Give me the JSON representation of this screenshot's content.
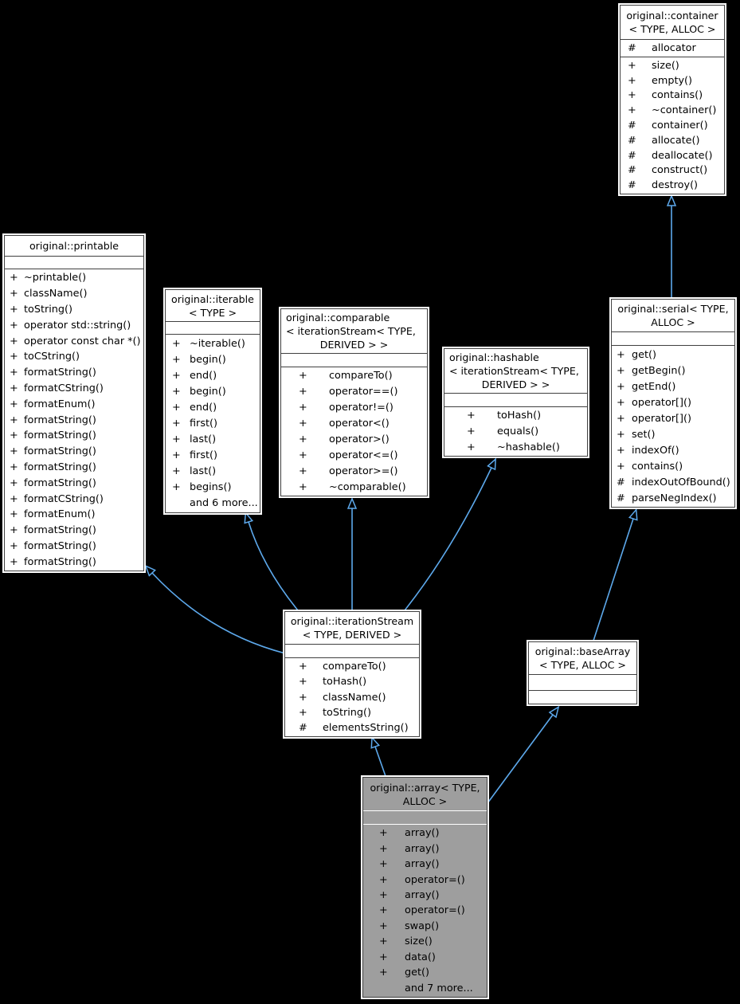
{
  "colors": {
    "background": "#000000",
    "edge": "#5da9ec",
    "node_border": "#404040",
    "node_fill": "#ffffff",
    "highlight_fill": "#9e9e9e",
    "text": "#000000"
  },
  "classes": [
    {
      "id": "container",
      "title_lines": [
        "original::container",
        "< TYPE, ALLOC >"
      ],
      "attributes": [
        {
          "sym": "#",
          "name": "allocator"
        }
      ],
      "methods": [
        {
          "sym": "+",
          "name": "size()"
        },
        {
          "sym": "+",
          "name": "empty()"
        },
        {
          "sym": "+",
          "name": "contains()"
        },
        {
          "sym": "+",
          "name": "~container()"
        },
        {
          "sym": "#",
          "name": "container()"
        },
        {
          "sym": "#",
          "name": "allocate()"
        },
        {
          "sym": "#",
          "name": "deallocate()"
        },
        {
          "sym": "#",
          "name": "construct()"
        },
        {
          "sym": "#",
          "name": "destroy()"
        }
      ]
    },
    {
      "id": "printable",
      "title_lines": [
        "original::printable"
      ],
      "attributes": [],
      "methods": [
        {
          "sym": "+",
          "name": "~printable()"
        },
        {
          "sym": "+",
          "name": "className()"
        },
        {
          "sym": "+",
          "name": "toString()"
        },
        {
          "sym": "+",
          "name": "operator std::string()"
        },
        {
          "sym": "+",
          "name": "operator const char *()"
        },
        {
          "sym": "+",
          "name": "toCString()"
        },
        {
          "sym": "+",
          "name": "formatString()"
        },
        {
          "sym": "+",
          "name": "formatCString()"
        },
        {
          "sym": "+",
          "name": "formatEnum()"
        },
        {
          "sym": "+",
          "name": "formatString()"
        },
        {
          "sym": "+",
          "name": "formatString()"
        },
        {
          "sym": "+",
          "name": "formatString()"
        },
        {
          "sym": "+",
          "name": "formatString()"
        },
        {
          "sym": "+",
          "name": "formatString()"
        },
        {
          "sym": "+",
          "name": "formatCString()"
        },
        {
          "sym": "+",
          "name": "formatEnum()"
        },
        {
          "sym": "+",
          "name": "formatString()"
        },
        {
          "sym": "+",
          "name": "formatString()"
        },
        {
          "sym": "+",
          "name": "formatString()"
        }
      ]
    },
    {
      "id": "iterable",
      "title_lines": [
        "original::iterable",
        "< TYPE >"
      ],
      "attributes": [],
      "methods": [
        {
          "sym": "+",
          "name": "~iterable()"
        },
        {
          "sym": "+",
          "name": "begin()"
        },
        {
          "sym": "+",
          "name": "end()"
        },
        {
          "sym": "+",
          "name": "begin()"
        },
        {
          "sym": "+",
          "name": "end()"
        },
        {
          "sym": "+",
          "name": "first()"
        },
        {
          "sym": "+",
          "name": "last()"
        },
        {
          "sym": "+",
          "name": "first()"
        },
        {
          "sym": "+",
          "name": "last()"
        },
        {
          "sym": "+",
          "name": "begins()"
        },
        {
          "sym": "",
          "name": "and 6 more..."
        }
      ]
    },
    {
      "id": "comparable",
      "title_lines": [
        "original::comparable",
        "< iterationStream< TYPE,",
        "DERIVED > >"
      ],
      "attributes": [],
      "methods": [
        {
          "sym": "+",
          "name": "compareTo()"
        },
        {
          "sym": "+",
          "name": "operator==()"
        },
        {
          "sym": "+",
          "name": "operator!=()"
        },
        {
          "sym": "+",
          "name": "operator<()"
        },
        {
          "sym": "+",
          "name": "operator>()"
        },
        {
          "sym": "+",
          "name": "operator<=()"
        },
        {
          "sym": "+",
          "name": "operator>=()"
        },
        {
          "sym": "+",
          "name": "~comparable()"
        }
      ]
    },
    {
      "id": "hashable",
      "title_lines": [
        "original::hashable",
        "< iterationStream< TYPE,",
        "DERIVED > >"
      ],
      "attributes": [],
      "methods": [
        {
          "sym": "+",
          "name": "toHash()"
        },
        {
          "sym": "+",
          "name": "equals()"
        },
        {
          "sym": "+",
          "name": "~hashable()"
        }
      ]
    },
    {
      "id": "serial",
      "title_lines": [
        "original::serial< TYPE,",
        "ALLOC >"
      ],
      "attributes": [],
      "methods": [
        {
          "sym": "+",
          "name": "get()"
        },
        {
          "sym": "+",
          "name": "getBegin()"
        },
        {
          "sym": "+",
          "name": "getEnd()"
        },
        {
          "sym": "+",
          "name": "operator[]()"
        },
        {
          "sym": "+",
          "name": "operator[]()"
        },
        {
          "sym": "+",
          "name": "set()"
        },
        {
          "sym": "+",
          "name": "indexOf()"
        },
        {
          "sym": "+",
          "name": "contains()"
        },
        {
          "sym": "#",
          "name": "indexOutOfBound()"
        },
        {
          "sym": "#",
          "name": "parseNegIndex()"
        }
      ]
    },
    {
      "id": "iterationStream",
      "title_lines": [
        "original::iterationStream",
        "< TYPE, DERIVED >"
      ],
      "attributes": [],
      "methods": [
        {
          "sym": "+",
          "name": "compareTo()"
        },
        {
          "sym": "+",
          "name": "toHash()"
        },
        {
          "sym": "+",
          "name": "className()"
        },
        {
          "sym": "+",
          "name": "toString()"
        },
        {
          "sym": "#",
          "name": "elementsString()"
        }
      ]
    },
    {
      "id": "baseArray",
      "title_lines": [
        "original::baseArray",
        "< TYPE, ALLOC >"
      ],
      "attributes": [],
      "methods": []
    },
    {
      "id": "array",
      "title_lines": [
        "original::array< TYPE,",
        "ALLOC >"
      ],
      "highlight": true,
      "attributes": [],
      "methods": [
        {
          "sym": "+",
          "name": "array()"
        },
        {
          "sym": "+",
          "name": "array()"
        },
        {
          "sym": "+",
          "name": "array()"
        },
        {
          "sym": "+",
          "name": "operator=()"
        },
        {
          "sym": "+",
          "name": "array()"
        },
        {
          "sym": "+",
          "name": "operator=()"
        },
        {
          "sym": "+",
          "name": "swap()"
        },
        {
          "sym": "+",
          "name": "size()"
        },
        {
          "sym": "+",
          "name": "data()"
        },
        {
          "sym": "+",
          "name": "get()"
        },
        {
          "sym": "",
          "name": "and 7 more..."
        }
      ]
    }
  ],
  "edges": [
    {
      "from": "serial",
      "to": "container",
      "type": "inheritance"
    },
    {
      "from": "iterationStream",
      "to": "printable",
      "type": "inheritance"
    },
    {
      "from": "iterationStream",
      "to": "iterable",
      "type": "inheritance"
    },
    {
      "from": "iterationStream",
      "to": "comparable",
      "type": "inheritance"
    },
    {
      "from": "iterationStream",
      "to": "hashable",
      "type": "inheritance"
    },
    {
      "from": "baseArray",
      "to": "serial",
      "type": "inheritance"
    },
    {
      "from": "array",
      "to": "iterationStream",
      "type": "inheritance"
    },
    {
      "from": "array",
      "to": "baseArray",
      "type": "inheritance"
    }
  ]
}
